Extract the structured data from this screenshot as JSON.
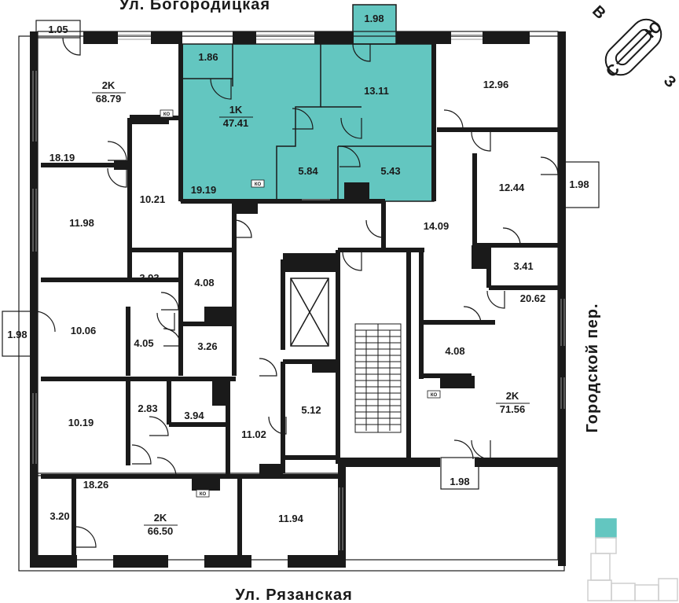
{
  "colors": {
    "wall": "#1a1a1a",
    "highlight": "#63c6c0",
    "line": "#1a1a1a",
    "window": "#9a9a9a"
  },
  "streets": {
    "top": "Ул. Богородицкая",
    "bottom": "Ул. Рязанская",
    "right": "Городской пер."
  },
  "compass": {
    "north": "С",
    "south": "Ю",
    "west": "З",
    "east": "В"
  },
  "apartments": [
    {
      "id": "apt-2k-nw",
      "type": "2K",
      "area": "68.79"
    },
    {
      "id": "apt-1k",
      "type": "1K",
      "area": "47.41"
    },
    {
      "id": "apt-2k-e",
      "type": "2K",
      "area": "71.56"
    },
    {
      "id": "apt-2k-sw",
      "type": "2K",
      "area": "66.50"
    }
  ],
  "rooms": [
    "1.05",
    "1.98",
    "1.86",
    "13.11",
    "12.96",
    "18.19",
    "19.19",
    "5.84",
    "5.43",
    "12.44",
    "1.98",
    "11.98",
    "10.21",
    "14.09",
    "3.41",
    "3.93",
    "4.08",
    "20.62",
    "1.98",
    "10.06",
    "4.05",
    "3.26",
    "4.08",
    "10.19",
    "2.83",
    "3.94",
    "11.02",
    "5.12",
    "18.26",
    "1.98",
    "3.20",
    "11.94"
  ],
  "ko_label": "КО"
}
